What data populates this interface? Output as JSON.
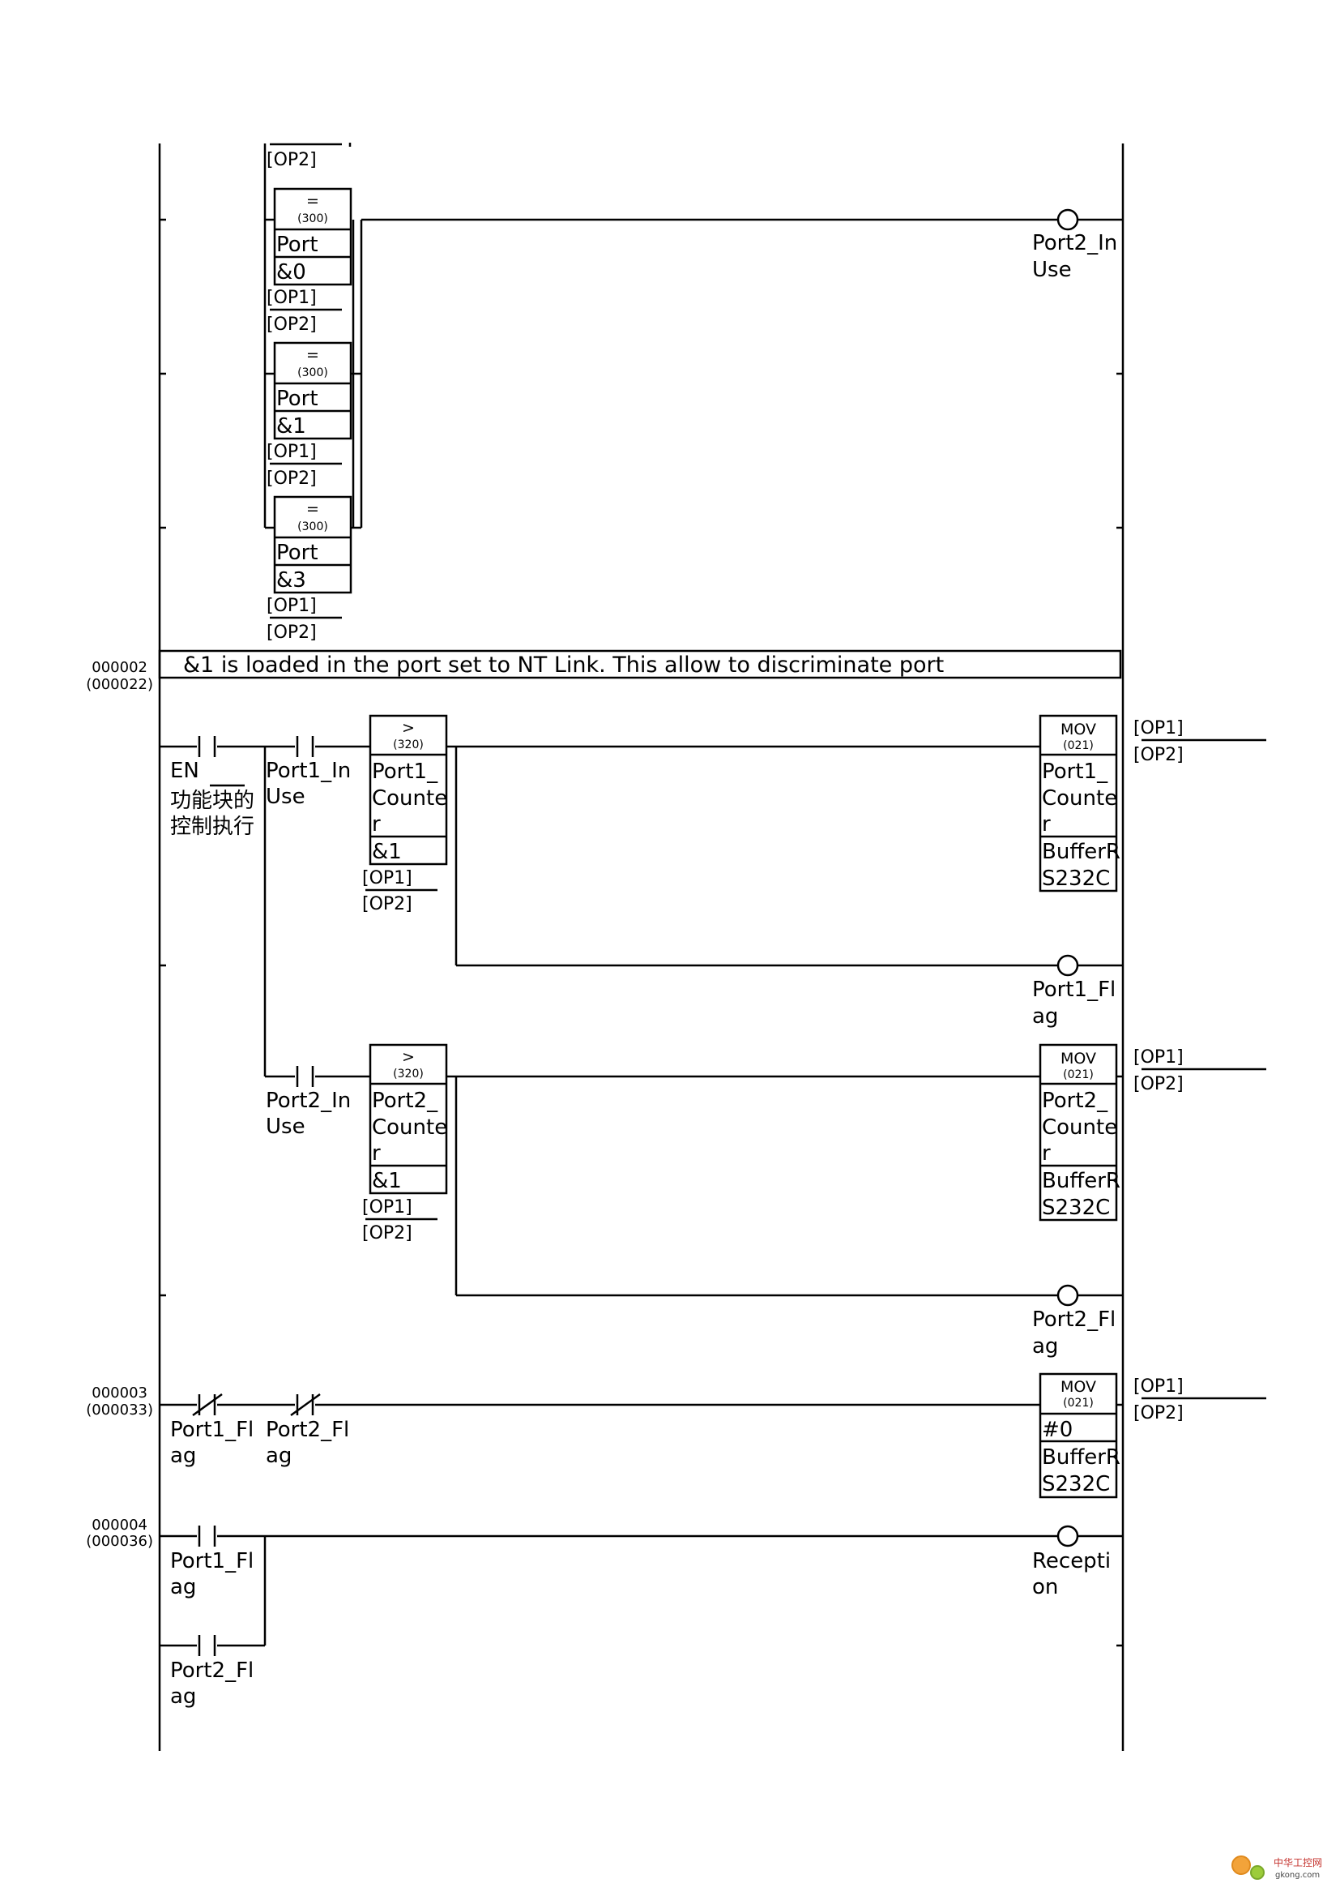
{
  "top_fragment": {
    "op2_label": "[OP2]"
  },
  "compare_top": [
    {
      "op": "=",
      "code": "(300)",
      "arg1": "Port",
      "arg2": "&0",
      "op1": "[OP1]",
      "op2": "[OP2]"
    },
    {
      "op": "=",
      "code": "(300)",
      "arg1": "Port",
      "arg2": "&1",
      "op1": "[OP1]",
      "op2": "[OP2]"
    },
    {
      "op": "=",
      "code": "(300)",
      "arg1": "Port",
      "arg2": "&3",
      "op1": "[OP1]",
      "op2": "[OP2]"
    }
  ],
  "coil_top": {
    "line1": "Port2_In",
    "line2": "Use"
  },
  "rung2": {
    "step": "000002",
    "address": "(000022)",
    "comment": "&1 is loaded in the port set to NT Link. This allow to discriminate port",
    "en_contact": {
      "label": "EN",
      "cn_line1": "功能块的",
      "cn_line2": "控制执行"
    },
    "branches": [
      {
        "contact": {
          "line1": "Port1_In",
          "line2": "Use"
        },
        "compare": {
          "op": ">",
          "code": "(320)",
          "arg1_l1": "Port1_",
          "arg1_l2": "Counte",
          "arg1_l3": "r",
          "arg2": "&1",
          "op1": "[OP1]",
          "op2": "[OP2]"
        },
        "mov": {
          "name": "MOV",
          "code": "(021)",
          "src_l1": "Port1_",
          "src_l2": "Counte",
          "src_l3": "r",
          "dst_l1": "BufferR",
          "dst_l2": "S232C",
          "op1": "[OP1]",
          "op2": "[OP2]"
        },
        "coil": {
          "line1": "Port1_Fl",
          "line2": "ag"
        }
      },
      {
        "contact": {
          "line1": "Port2_In",
          "line2": "Use"
        },
        "compare": {
          "op": ">",
          "code": "(320)",
          "arg1_l1": "Port2_",
          "arg1_l2": "Counte",
          "arg1_l3": "r",
          "arg2": "&1",
          "op1": "[OP1]",
          "op2": "[OP2]"
        },
        "mov": {
          "name": "MOV",
          "code": "(021)",
          "src_l1": "Port2_",
          "src_l2": "Counte",
          "src_l3": "r",
          "dst_l1": "BufferR",
          "dst_l2": "S232C",
          "op1": "[OP1]",
          "op2": "[OP2]"
        },
        "coil": {
          "line1": "Port2_Fl",
          "line2": "ag"
        }
      }
    ]
  },
  "rung3": {
    "step": "000003",
    "address": "(000033)",
    "contact1": {
      "line1": "Port1_Fl",
      "line2": "ag"
    },
    "contact2": {
      "line1": "Port2_Fl",
      "line2": "ag"
    },
    "mov": {
      "name": "MOV",
      "code": "(021)",
      "src": "#0",
      "dst_l1": "BufferR",
      "dst_l2": "S232C",
      "op1": "[OP1]",
      "op2": "[OP2]"
    }
  },
  "rung4": {
    "step": "000004",
    "address": "(000036)",
    "contact1": {
      "line1": "Port1_Fl",
      "line2": "ag"
    },
    "contact2": {
      "line1": "Port2_Fl",
      "line2": "ag"
    },
    "coil": {
      "line1": "Recepti",
      "line2": "on"
    }
  },
  "watermark": {
    "brand": "中华工控网",
    "url": "gkong.com"
  }
}
